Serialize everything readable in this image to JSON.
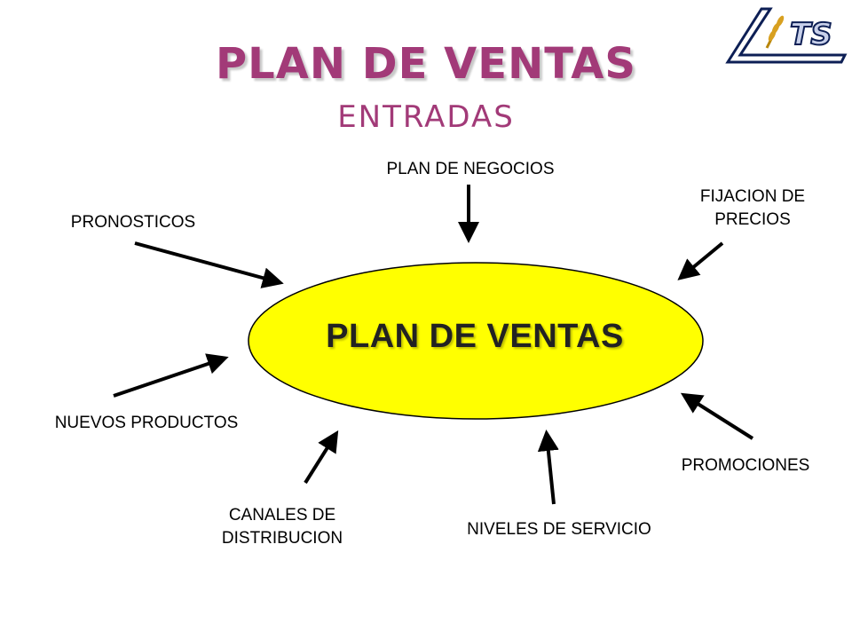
{
  "title": "PLAN DE VENTAS",
  "subtitle": "ENTRADAS",
  "center": "PLAN DE VENTAS",
  "inputs": {
    "plan_negocios": "PLAN DE NEGOCIOS",
    "fijacion_line1": "FIJACION DE",
    "fijacion_line2": "PRECIOS",
    "pronosticos": "PRONOSTICOS",
    "nuevos_productos": "NUEVOS PRODUCTOS",
    "promociones": "PROMOCIONES",
    "canales_line1": "CANALES DE",
    "canales_line2": "DISTRIBUCION",
    "niveles_servicio": "NIVELES DE SERVICIO"
  },
  "logo": {
    "text": "TS"
  },
  "colors": {
    "title": "#a23a78",
    "ellipse_fill": "#ffff00",
    "ellipse_stroke": "#000000",
    "arrow": "#000000"
  }
}
